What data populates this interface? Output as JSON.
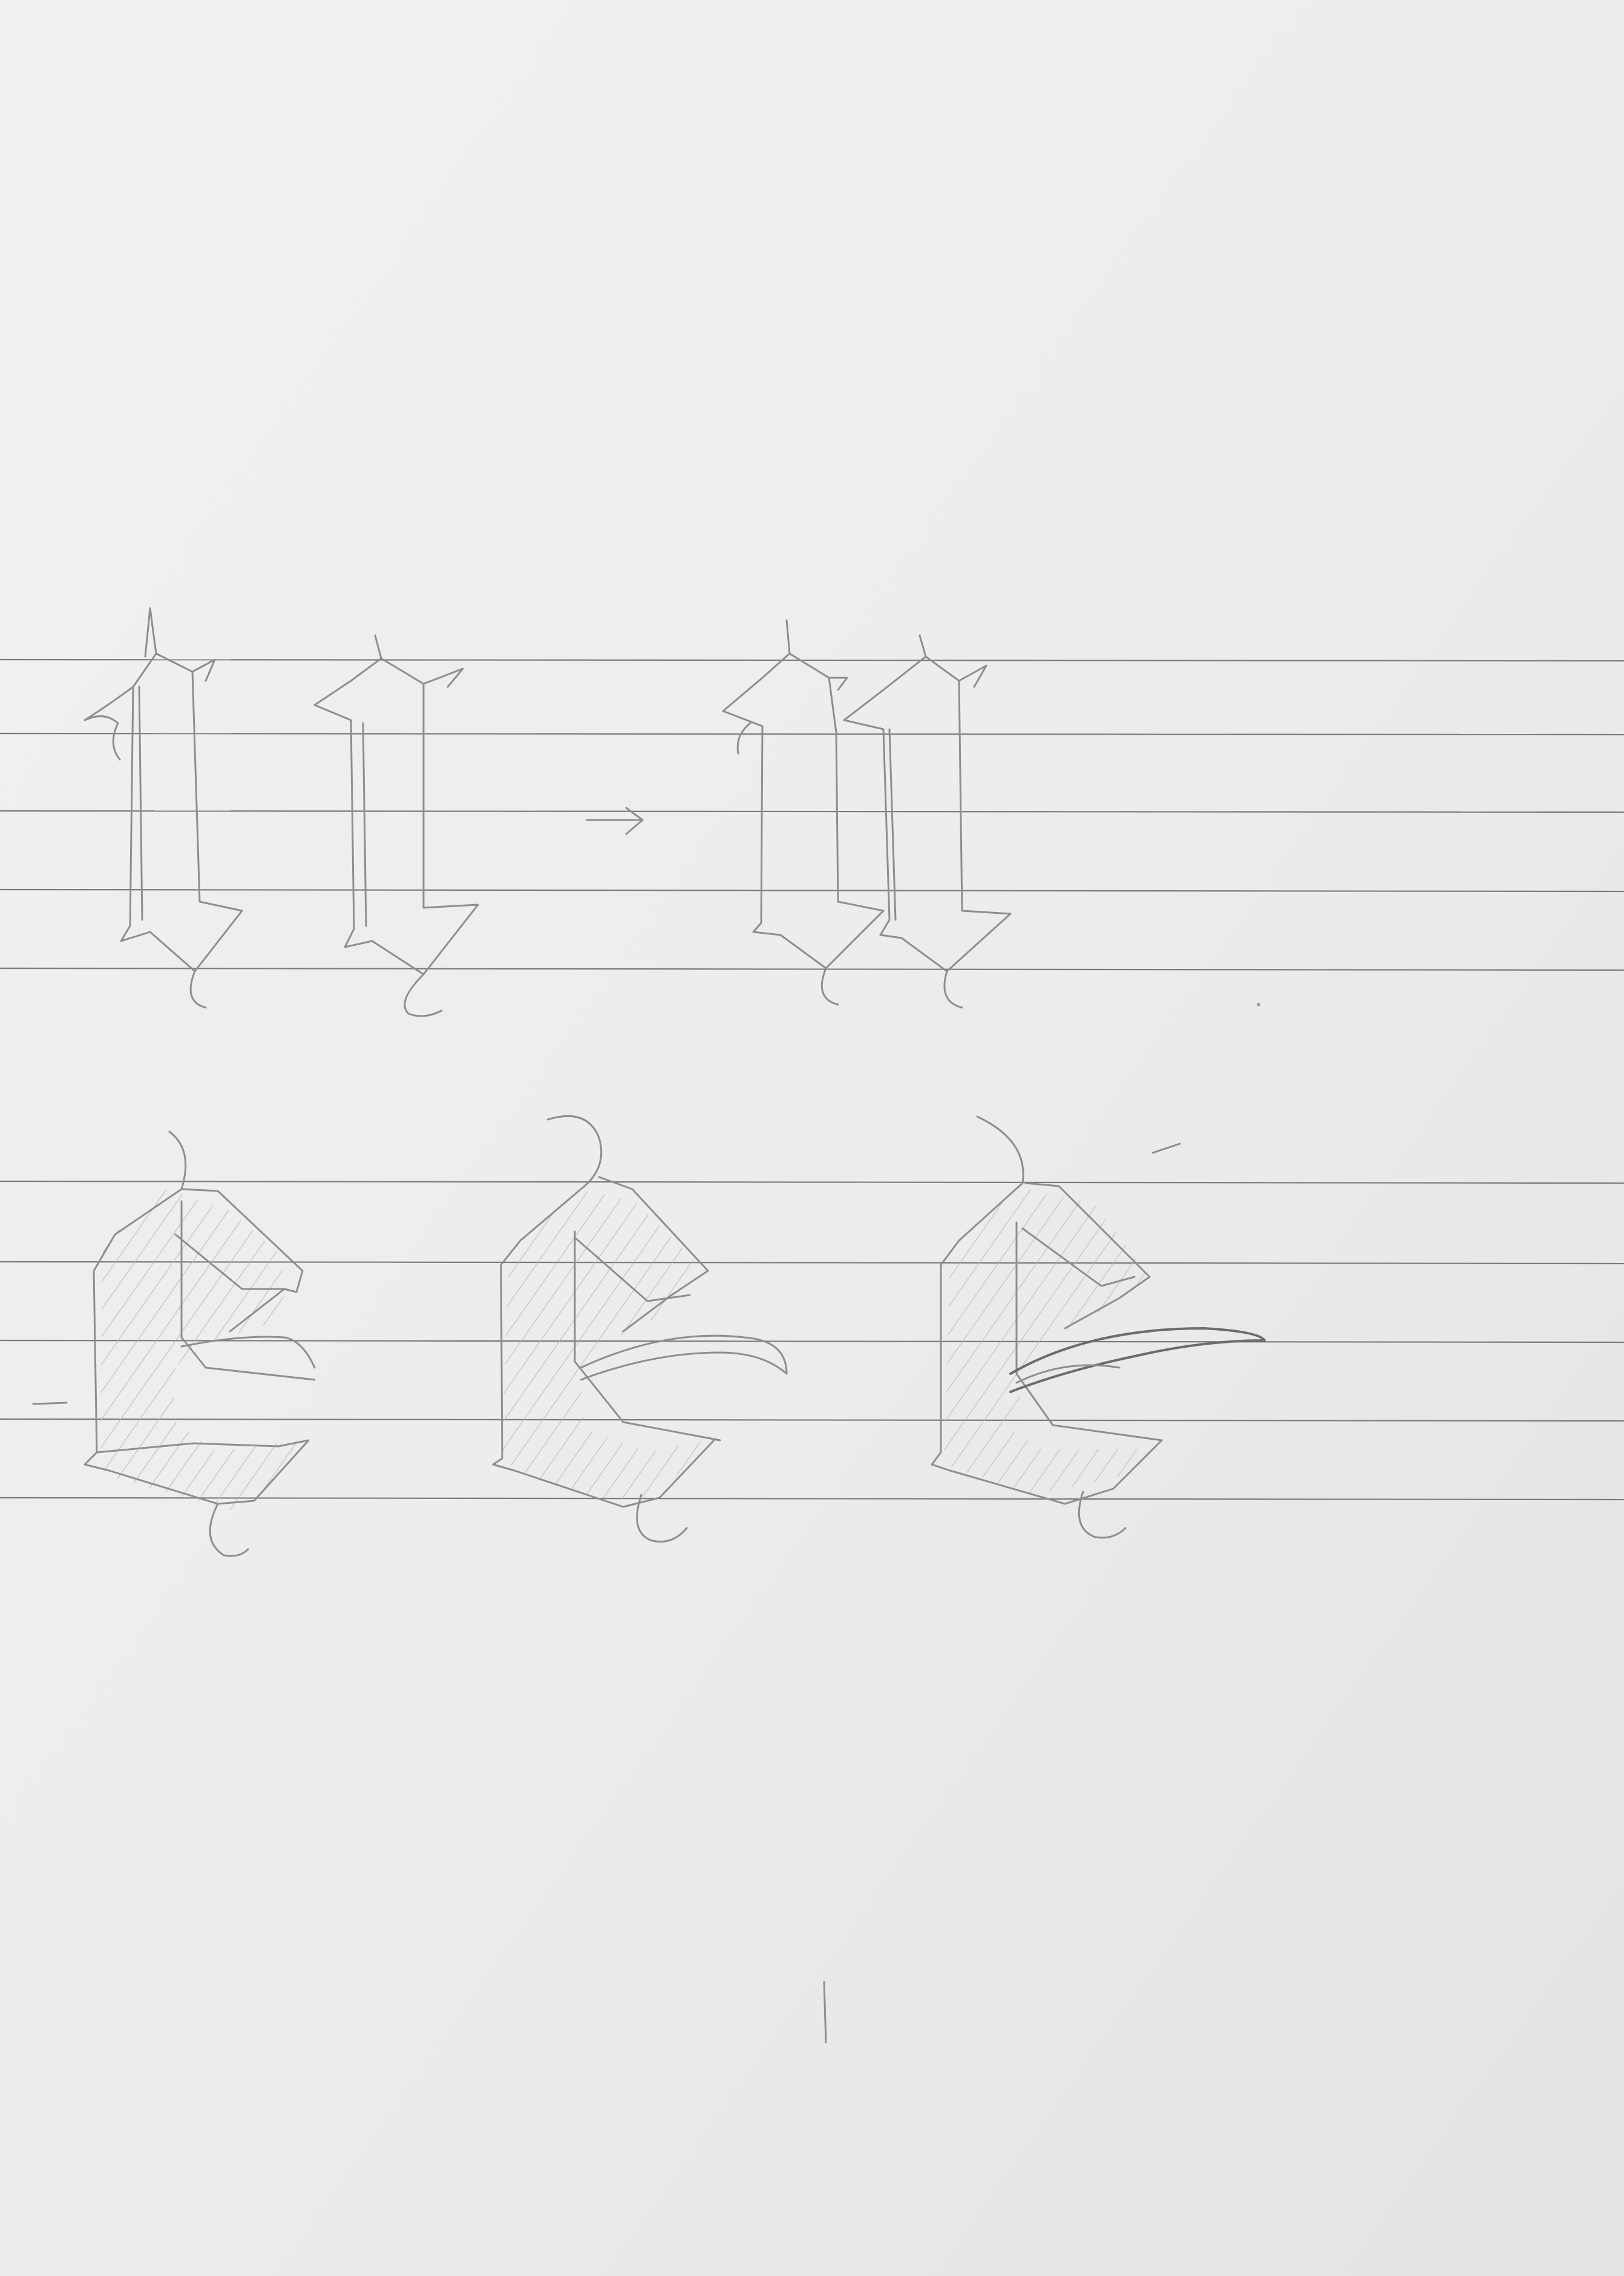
{
  "sheet": {
    "paper_color": "#eeeeed",
    "rule_color": "#7b7b7b",
    "pencil_color": "#8e8e8e"
  },
  "rows": [
    {
      "name": "n-construction",
      "glyphs": [
        "two-stems",
        "two-stems-with-bridge",
        "arrow",
        "gothic-n"
      ]
    },
    {
      "name": "e-variations",
      "glyphs": [
        "gothic-e-1",
        "gothic-e-2",
        "gothic-e-3"
      ]
    }
  ]
}
